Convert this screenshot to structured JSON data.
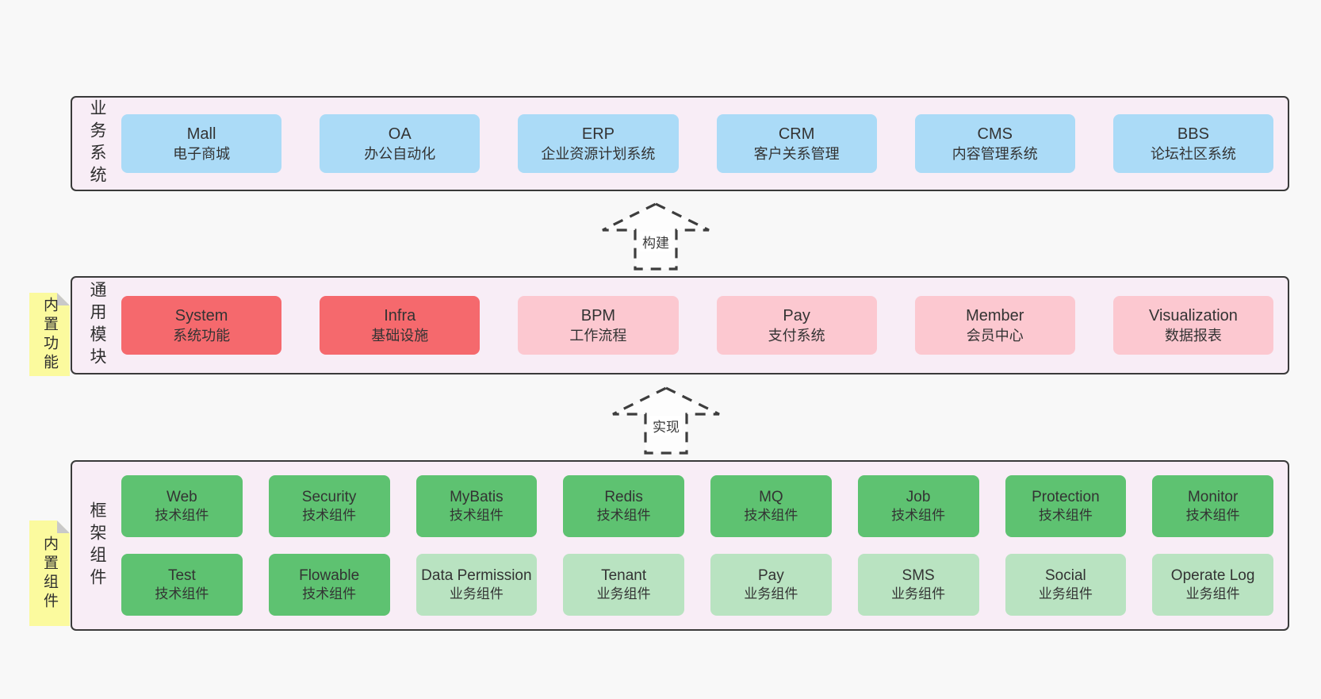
{
  "colors": {
    "page_bg": "#f8f8f8",
    "layer_bg": "#f8edf6",
    "layer_border": "#3a3a3a",
    "blue_box": "#abdbf7",
    "red_box": "#f5696d",
    "pink_box": "#fcc8d0",
    "green_box": "#5ec271",
    "light_green_box": "#b9e3c1",
    "note_yellow": "#fbfa9e",
    "fold_gray": "#c9c9c9",
    "text": "#333333"
  },
  "layers": {
    "business": {
      "label": "业务系统",
      "boxes": [
        {
          "name": "Mall",
          "desc": "电子商城"
        },
        {
          "name": "OA",
          "desc": "办公自动化"
        },
        {
          "name": "ERP",
          "desc": "企业资源计划系统"
        },
        {
          "name": "CRM",
          "desc": "客户关系管理"
        },
        {
          "name": "CMS",
          "desc": "内容管理系统"
        },
        {
          "name": "BBS",
          "desc": "论坛社区系统"
        }
      ]
    },
    "modules": {
      "label": "通用模块",
      "note": "内置功能",
      "boxes": [
        {
          "name": "System",
          "desc": "系统功能",
          "variant": "red"
        },
        {
          "name": "Infra",
          "desc": "基础设施",
          "variant": "red"
        },
        {
          "name": "BPM",
          "desc": "工作流程",
          "variant": "pink"
        },
        {
          "name": "Pay",
          "desc": "支付系统",
          "variant": "pink"
        },
        {
          "name": "Member",
          "desc": "会员中心",
          "variant": "pink"
        },
        {
          "name": "Visualization",
          "desc": "数据报表",
          "variant": "pink"
        }
      ]
    },
    "components": {
      "label": "框架组件",
      "note": "内置组件",
      "row1": [
        {
          "name": "Web",
          "desc": "技术组件",
          "variant": "green"
        },
        {
          "name": "Security",
          "desc": "技术组件",
          "variant": "green"
        },
        {
          "name": "MyBatis",
          "desc": "技术组件",
          "variant": "green"
        },
        {
          "name": "Redis",
          "desc": "技术组件",
          "variant": "green"
        },
        {
          "name": "MQ",
          "desc": "技术组件",
          "variant": "green"
        },
        {
          "name": "Job",
          "desc": "技术组件",
          "variant": "green"
        },
        {
          "name": "Protection",
          "desc": "技术组件",
          "variant": "green"
        },
        {
          "name": "Monitor",
          "desc": "技术组件",
          "variant": "green"
        }
      ],
      "row2": [
        {
          "name": "Test",
          "desc": "技术组件",
          "variant": "green"
        },
        {
          "name": "Flowable",
          "desc": "技术组件",
          "variant": "green"
        },
        {
          "name": "Data Permission",
          "desc": "业务组件",
          "variant": "light-green"
        },
        {
          "name": "Tenant",
          "desc": "业务组件",
          "variant": "light-green"
        },
        {
          "name": "Pay",
          "desc": "业务组件",
          "variant": "light-green"
        },
        {
          "name": "SMS",
          "desc": "业务组件",
          "variant": "light-green"
        },
        {
          "name": "Social",
          "desc": "业务组件",
          "variant": "light-green"
        },
        {
          "name": "Operate Log",
          "desc": "业务组件",
          "variant": "light-green"
        }
      ]
    }
  },
  "arrows": {
    "build": "构建",
    "implement": "实现"
  }
}
